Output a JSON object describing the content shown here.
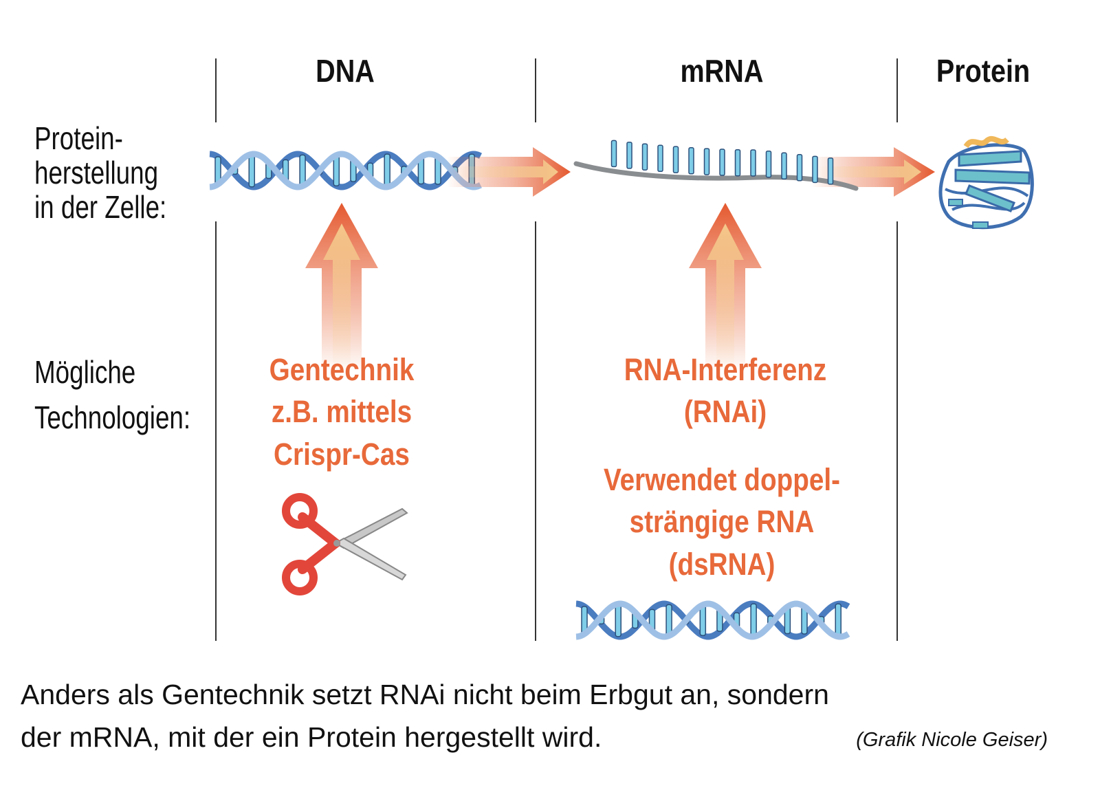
{
  "columns": {
    "dna": "DNA",
    "mrna": "mRNA",
    "protein": "Protein"
  },
  "row_labels": {
    "production": [
      "Protein-",
      "herstellung",
      "in der Zelle:"
    ],
    "technologies": [
      "Mögliche",
      "Technologien:"
    ]
  },
  "gentechnik": [
    "Gentechnik",
    "z.B. mittels",
    "Crispr-Cas"
  ],
  "rnai": [
    "RNA-Interferenz",
    "(RNAi)"
  ],
  "dsrna": [
    "Verwendet doppel-",
    "strängige RNA",
    "(dsRNA)"
  ],
  "caption": [
    "Anders als Gentechnik setzt RNAi nicht beim Erbgut an, sondern",
    "der mRNA, mit der ein Protein hergestellt wird."
  ],
  "credit": "(Grafik Nicole Geiser)",
  "colors": {
    "accent": "#e8693a",
    "helix_dark": "#4a7cc0",
    "helix_light": "#9fc0e6",
    "base": "#7fcde8"
  }
}
